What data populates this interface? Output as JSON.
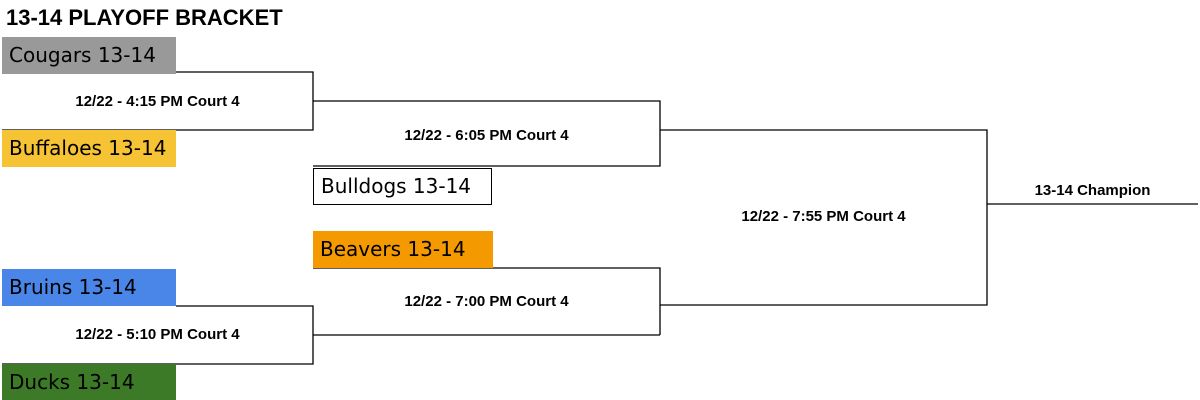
{
  "title": "13-14 PLAYOFF BRACKET",
  "teams": {
    "cougars": {
      "label": "Cougars 13-14",
      "color": "#999999"
    },
    "buffaloes": {
      "label": "Buffaloes 13-14",
      "color": "#f6c334"
    },
    "bulldogs": {
      "label": "Bulldogs 13-14",
      "color": "#ffffff"
    },
    "beavers": {
      "label": "Beavers 13-14",
      "color": "#f49a00"
    },
    "bruins": {
      "label": "Bruins 13-14",
      "color": "#4a86e8"
    },
    "ducks": {
      "label": "Ducks 13-14",
      "color": "#3d7a27"
    }
  },
  "games": {
    "game1": "12/22 - 4:15 PM Court 4",
    "game2": "12/22 - 6:05 PM Court 4",
    "game3": "12/22 - 5:10 PM Court 4",
    "game4": "12/22 - 7:00 PM Court 4",
    "final": "12/22 - 7:55 PM Court 4"
  },
  "champion": "13-14 Champion"
}
